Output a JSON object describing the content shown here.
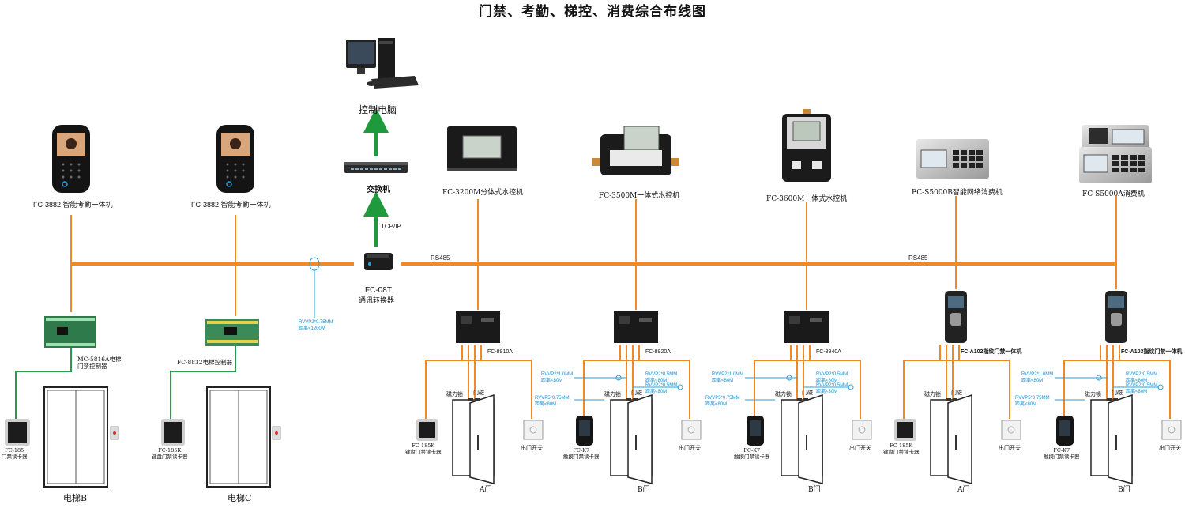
{
  "title": "门禁、考勤、梯控、消费综合布线图",
  "top": {
    "pc_label": "控制电脑",
    "switch_label": "交换机",
    "link_label": "TCP/IP",
    "converter_model": "FC-08T",
    "converter_name": "通讯转换器",
    "bus_label_left": "RS485",
    "bus_label_right": "RS485",
    "cable_spec": [
      "RVVP2*0.75MM",
      "距离<1200M"
    ]
  },
  "terminals": [
    {
      "model": "FC-3882",
      "name": "智能考勤一体机"
    },
    {
      "model": "FC-3882",
      "name": "智能考勤一体机"
    },
    {
      "name": "FC-3200M分体式水控机"
    },
    {
      "name": "FC-3500M一体式水控机"
    },
    {
      "name": "FC-3600M一体式水控机"
    },
    {
      "name": "FC-S5000B智能网络消费机"
    },
    {
      "name": "FC-S5000A消费机"
    }
  ],
  "elevator": [
    {
      "controller": [
        "MC-5816A电梯",
        "门禁控制器"
      ],
      "reader": [
        "FC-185",
        "门禁读卡器"
      ],
      "car": "电梯B"
    },
    {
      "controller": [
        "FC-8832电梯控制器"
      ],
      "reader": [
        "FC-185K",
        "键盘门禁读卡器"
      ],
      "car": "电梯C"
    }
  ],
  "door_groups": [
    {
      "controller": "FC-8910A",
      "lock1": "磁力锁",
      "lock2": "门磁",
      "reader": [
        "FC-185K",
        "键盘门禁读卡器"
      ],
      "exit": "出门开关",
      "door": "A门",
      "specs": []
    },
    {
      "controller": "FC-8920A",
      "lock1": "磁力锁",
      "lock2": "门磁",
      "reader": [
        "FC-K7",
        "触摸门禁读卡器"
      ],
      "exit": "出门开关",
      "door": "B门",
      "specs": [
        [
          "RVVP2*1.0MM",
          "距离<80M"
        ],
        [
          "RVVP5*0.75MM",
          "距离<80M"
        ],
        [
          "RVVP2*0.5MM",
          "距离<80M"
        ],
        [
          "RVVP2*0.5MM",
          "距离<80M"
        ]
      ]
    },
    {
      "controller": "FC-8940A",
      "lock1": "磁力锁",
      "lock2": "门磁",
      "reader": [
        "FC-K7",
        "触摸门禁读卡器"
      ],
      "exit": "出门开关",
      "door": "B门",
      "specs": [
        [
          "RVVP2*1.0MM",
          "距离<80M"
        ],
        [
          "RVVP5*0.75MM",
          "距离<80M"
        ],
        [
          "RVVP2*0.5MM",
          "距离<80M"
        ],
        [
          "RVVP2*0.5MM",
          "距离<80M"
        ]
      ]
    },
    {
      "controller": "FC-A102指纹门禁一体机",
      "lock1": "磁力锁",
      "lock2": "门磁",
      "reader": [
        "FC-185K",
        "键盘门禁读卡器"
      ],
      "exit": "出门开关",
      "door": "A门",
      "specs": []
    },
    {
      "controller": "FC-A103指纹门禁一体机",
      "lock1": "磁力锁",
      "lock2": "门磁",
      "reader": [
        "FC-K7",
        "触摸门禁读卡器"
      ],
      "exit": "出门开关",
      "door": "B门",
      "specs": [
        [
          "RVVP2*1.0MM",
          "距离<80M"
        ],
        [
          "RVVP5*0.75MM",
          "距离<80M"
        ],
        [
          "RVVP2*0.5MM",
          "距离<80M"
        ],
        [
          "RVVP2*0.5MM",
          "距离<80M"
        ]
      ]
    }
  ],
  "colors": {
    "bus": "#f08a24",
    "uplink": "#1e9a3c",
    "data": "#2aa0dc",
    "elevator": "#2e9b4a",
    "text": "#111111"
  }
}
